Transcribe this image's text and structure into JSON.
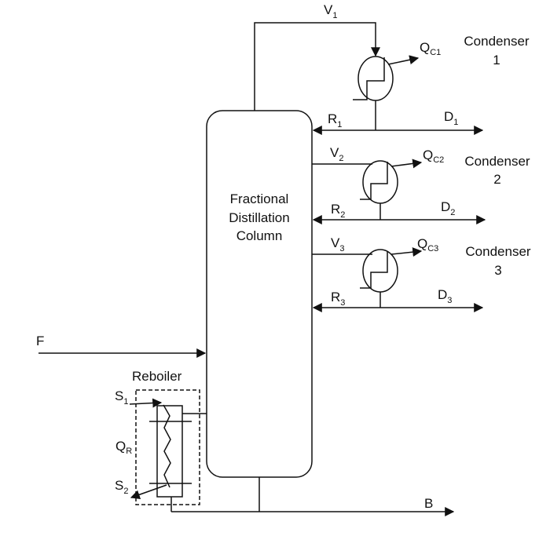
{
  "column": {
    "line1": "Fractional",
    "line2": "Distillation",
    "line3": "Column"
  },
  "reboiler": {
    "label": "Reboiler",
    "q": "Q",
    "q_sub": "R"
  },
  "streams": {
    "feed": "F",
    "bottoms": "B",
    "v1": {
      "main": "V",
      "sub": "1"
    },
    "v2": {
      "main": "V",
      "sub": "2"
    },
    "v3": {
      "main": "V",
      "sub": "3"
    },
    "r1": {
      "main": "R",
      "sub": "1"
    },
    "r2": {
      "main": "R",
      "sub": "2"
    },
    "r3": {
      "main": "R",
      "sub": "3"
    },
    "d1": {
      "main": "D",
      "sub": "1"
    },
    "d2": {
      "main": "D",
      "sub": "2"
    },
    "d3": {
      "main": "D",
      "sub": "3"
    },
    "s1": {
      "main": "S",
      "sub": "1"
    },
    "s2": {
      "main": "S",
      "sub": "2"
    }
  },
  "condensers": [
    {
      "label": "Condenser",
      "number": "1",
      "q": "Q",
      "q_sub": "C1"
    },
    {
      "label": "Condenser",
      "number": "2",
      "q": "Q",
      "q_sub": "C2"
    },
    {
      "label": "Condenser",
      "number": "3",
      "q": "Q",
      "q_sub": "C3"
    }
  ]
}
